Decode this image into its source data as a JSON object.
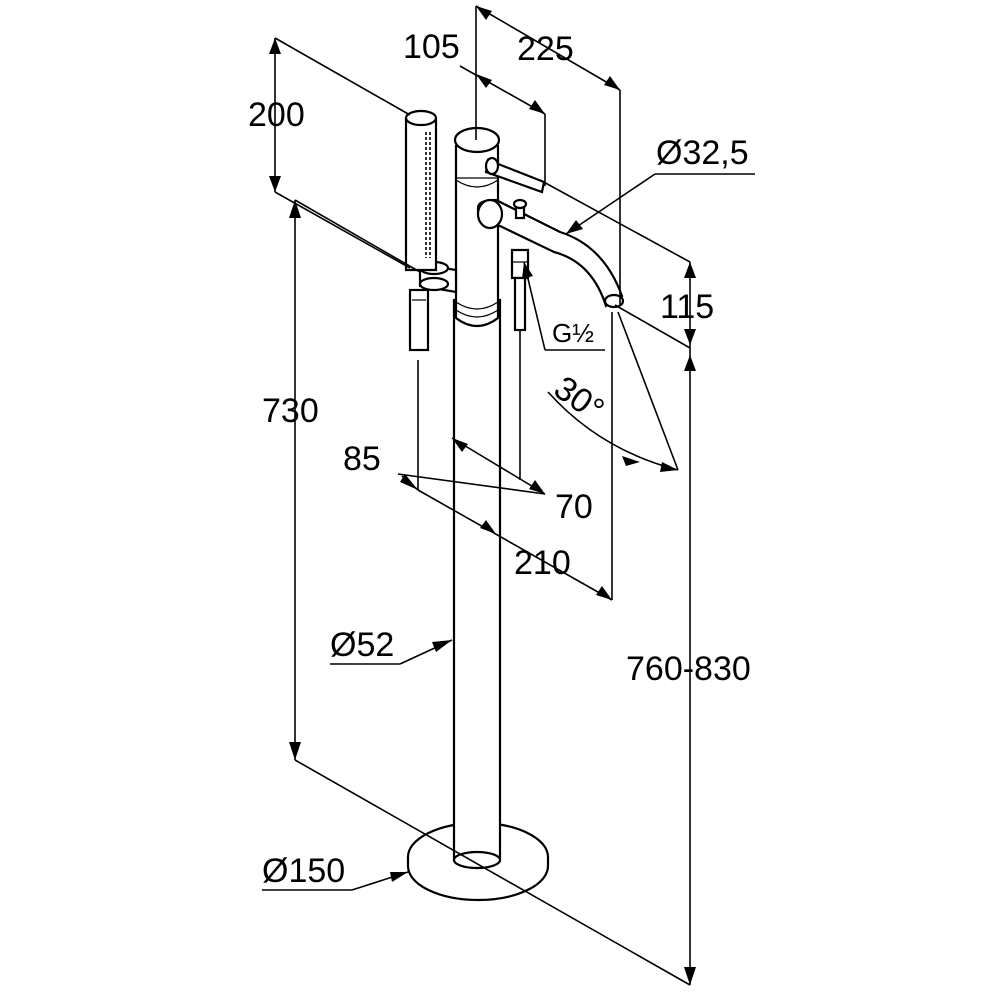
{
  "dimensions": {
    "height_200": "200",
    "width_105": "105",
    "width_225": "225",
    "diameter_spout": "Ø32,5",
    "height_115": "115",
    "thread": "G½",
    "angle": "30°",
    "height_730": "730",
    "offset_85": "85",
    "offset_70": "70",
    "offset_210": "210",
    "diameter_column": "Ø52",
    "height_range": "760-830",
    "diameter_base": "Ø150"
  },
  "colors": {
    "line": "#000000",
    "background": "#ffffff"
  }
}
